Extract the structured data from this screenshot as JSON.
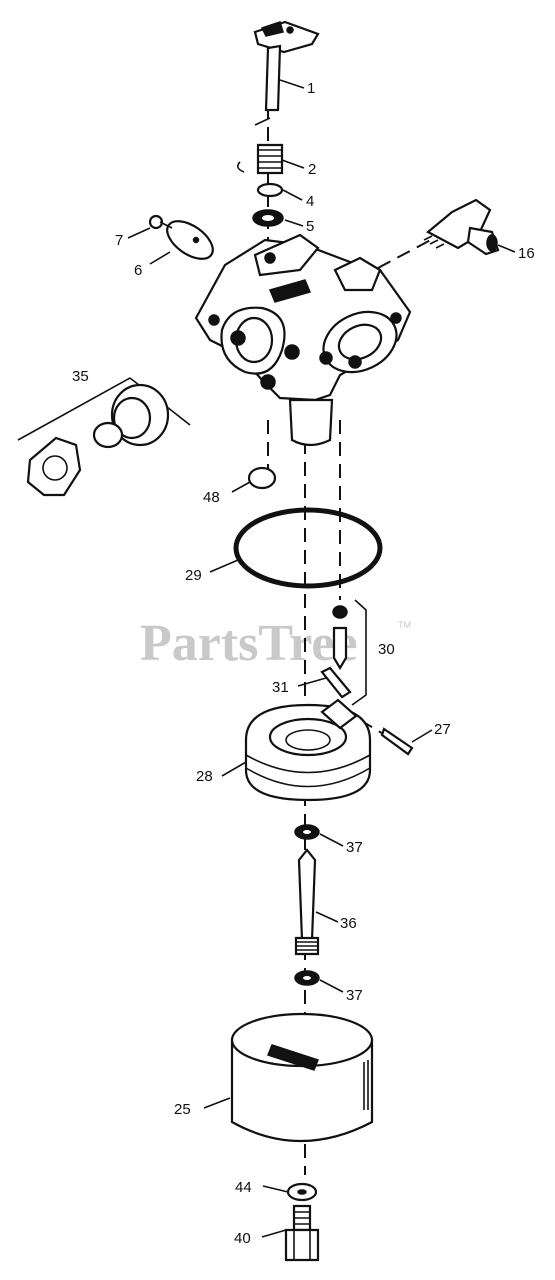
{
  "watermark": {
    "text": "PartsTree",
    "trademark": "TM"
  },
  "callouts": {
    "c1": "1",
    "c2": "2",
    "c4": "4",
    "c5": "5",
    "c6": "6",
    "c7": "7",
    "c16": "16",
    "c35": "35",
    "c48": "48",
    "c29": "29",
    "c30": "30",
    "c31": "31",
    "c27": "27",
    "c28": "28",
    "c37a": "37",
    "c36": "36",
    "c37b": "37",
    "c25": "25",
    "c44": "44",
    "c40": "40"
  }
}
